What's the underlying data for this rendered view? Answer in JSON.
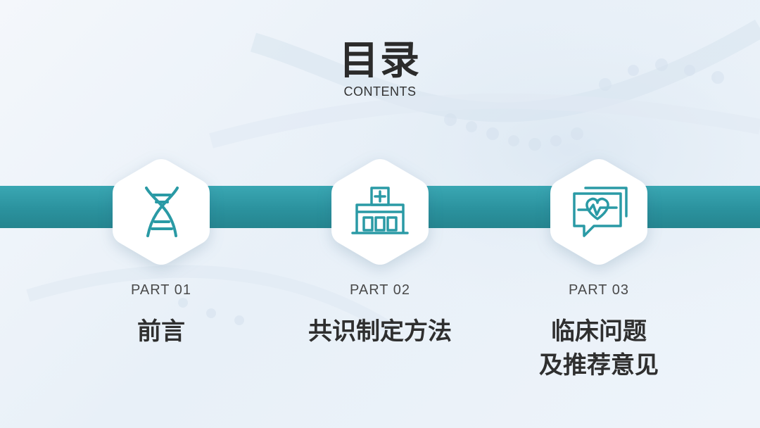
{
  "title": {
    "main": "目录",
    "sub": "CONTENTS"
  },
  "colors": {
    "accent": "#2b929e",
    "icon_stroke": "#2a9aa5",
    "text_dark": "#2f2f2f"
  },
  "parts": [
    {
      "label": "PART 01",
      "title": "前言",
      "icon": "dna-icon"
    },
    {
      "label": "PART 02",
      "title": "共识制定方法",
      "icon": "hospital-icon"
    },
    {
      "label": "PART 03",
      "title": "临床问题\n及推荐意见",
      "icon": "heartbeat-chat-icon"
    }
  ]
}
